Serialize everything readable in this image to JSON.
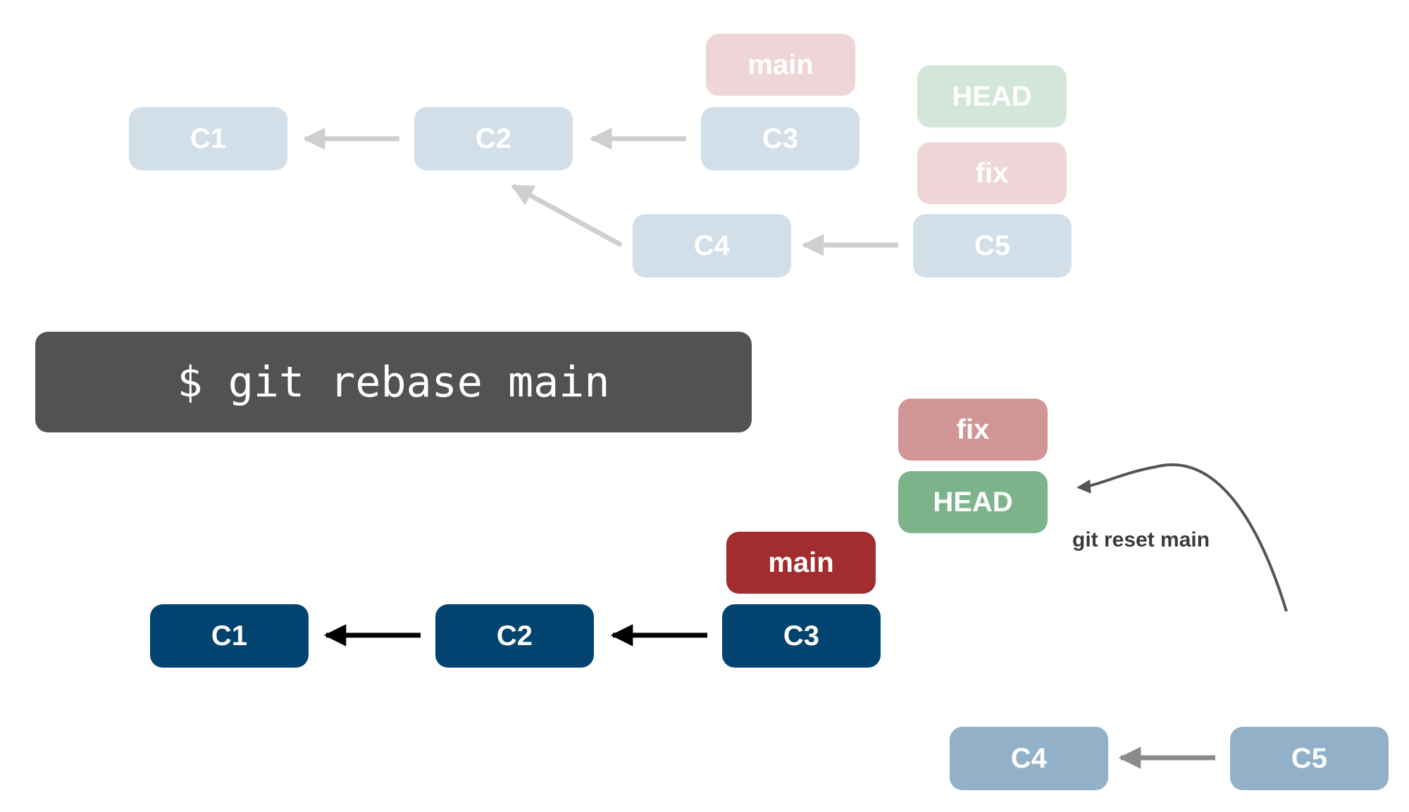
{
  "before": {
    "commits": {
      "c1": "C1",
      "c2": "C2",
      "c3": "C3",
      "c4": "C4",
      "c5": "C5"
    },
    "labels": {
      "main": "main",
      "head": "HEAD",
      "fix": "fix"
    }
  },
  "command": "$ git rebase main",
  "after": {
    "commits": {
      "c1": "C1",
      "c2": "C2",
      "c3": "C3",
      "c4": "C4",
      "c5": "C5"
    },
    "labels": {
      "main": "main",
      "fix": "fix",
      "head": "HEAD"
    },
    "annotation": "git reset main"
  },
  "colors": {
    "commit_dark": "#02446f",
    "commit_orphaned": "#92b1c8",
    "commit_faded": "#d2dfe8",
    "main_branch": "#a22d2e",
    "fix_branch": "#d19596",
    "head": "#7cb38b",
    "terminal": "#525252"
  }
}
